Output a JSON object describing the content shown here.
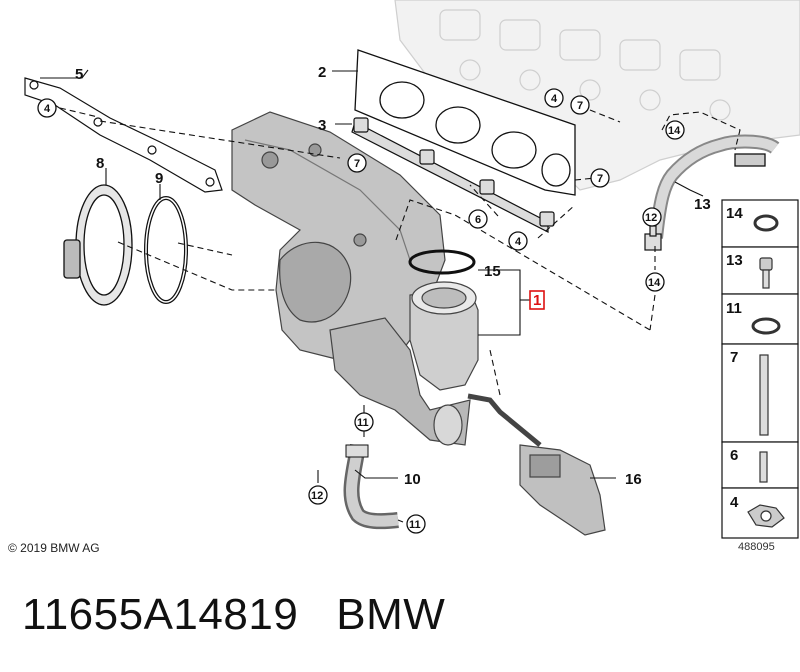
{
  "callouts": {
    "c1": "1",
    "c2": "2",
    "c3": "3",
    "c4a": "4",
    "c4b": "4",
    "c4c": "4",
    "c5": "5",
    "c6": "6",
    "c7a": "7",
    "c7b": "7",
    "c7c": "7",
    "c8": "8",
    "c9": "9",
    "c10": "10",
    "c11a": "11",
    "c11b": "11",
    "c12a": "12",
    "c12b": "12",
    "c13": "13",
    "c14a": "14",
    "c14b": "14",
    "c15": "15",
    "c16": "16"
  },
  "parts_panel": [
    "14",
    "13",
    "11",
    "7",
    "6",
    "4"
  ],
  "colors": {
    "highlight": "#dd1111",
    "line": "#111111",
    "shade": "#bfbfbf"
  },
  "footer": {
    "copyright": "© 2019 BMW AG",
    "figure_number": "488095",
    "part_number": "11655A14819",
    "brand": "BMW"
  }
}
